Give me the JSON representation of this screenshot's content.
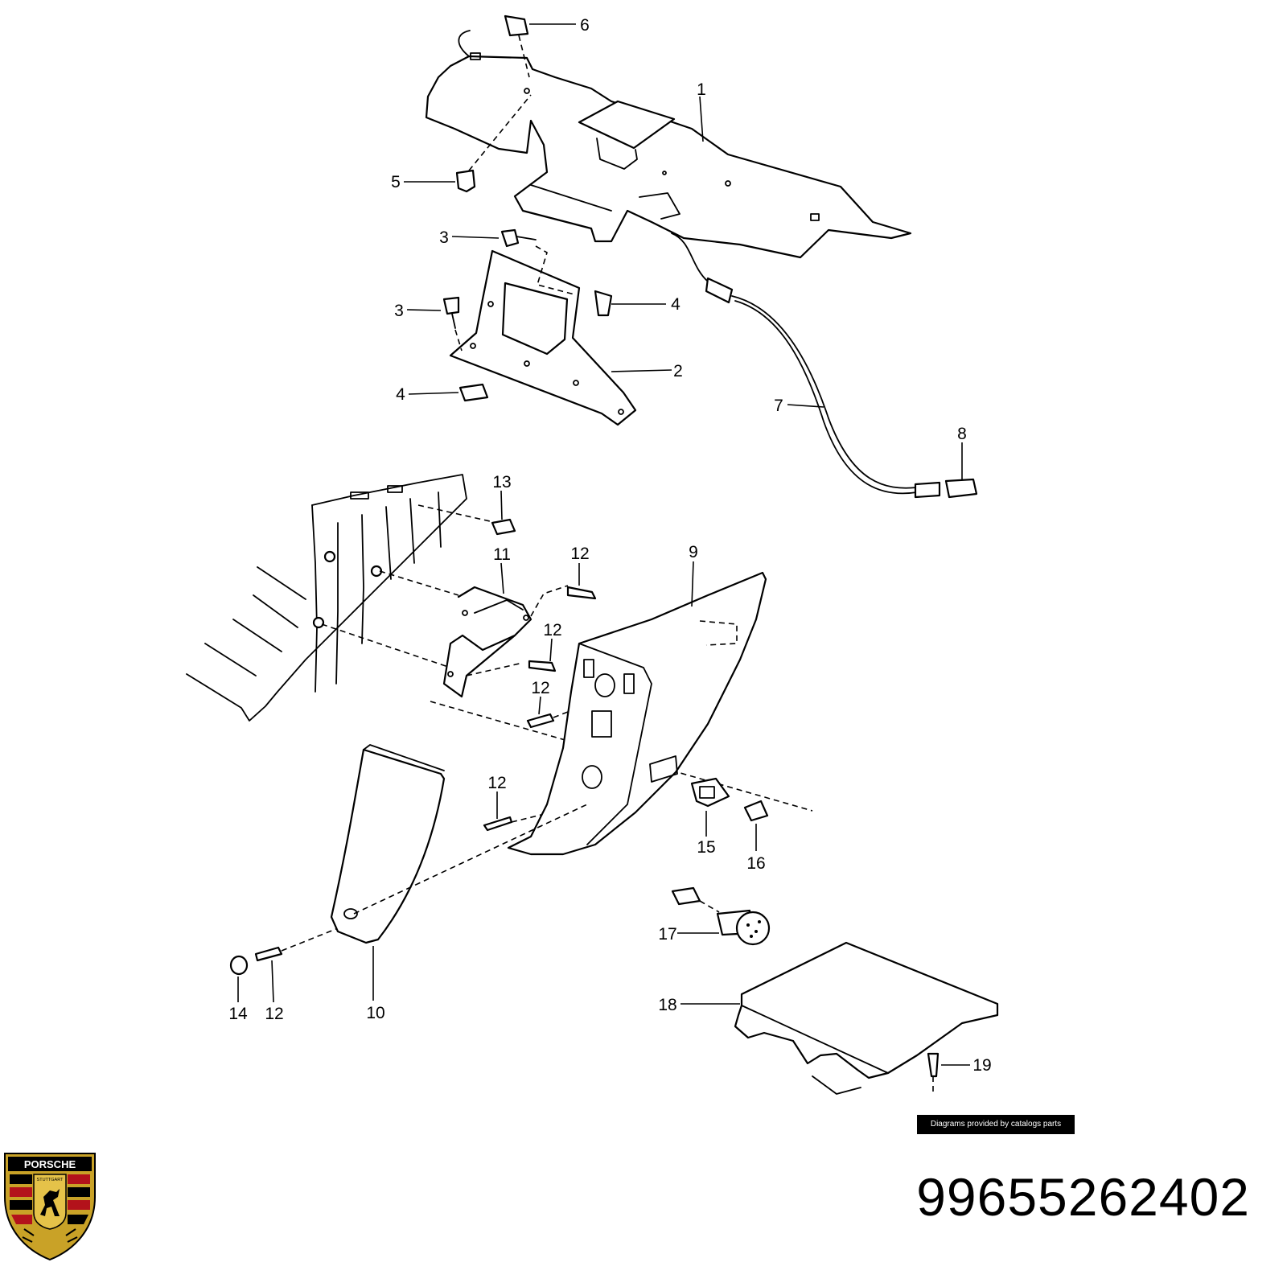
{
  "diagram": {
    "callouts": [
      {
        "label": "1"
      },
      {
        "label": "2"
      },
      {
        "label": "3"
      },
      {
        "label": "3"
      },
      {
        "label": "4"
      },
      {
        "label": "4"
      },
      {
        "label": "5"
      },
      {
        "label": "6"
      },
      {
        "label": "7"
      },
      {
        "label": "8"
      },
      {
        "label": "9"
      },
      {
        "label": "10"
      },
      {
        "label": "11"
      },
      {
        "label": "12"
      },
      {
        "label": "12"
      },
      {
        "label": "12"
      },
      {
        "label": "12"
      },
      {
        "label": "12"
      },
      {
        "label": "13"
      },
      {
        "label": "14"
      },
      {
        "label": "15"
      },
      {
        "label": "16"
      },
      {
        "label": "17"
      },
      {
        "label": "18"
      },
      {
        "label": "19"
      }
    ]
  },
  "footer": {
    "credit": "Diagrams provided by catalogs parts",
    "part_number": "99655262402"
  },
  "logo": {
    "brand": "PORSCHE",
    "city": "STUTTGART",
    "colors": {
      "gold": "#c9a227",
      "red": "#b3121b",
      "black": "#000000"
    }
  }
}
